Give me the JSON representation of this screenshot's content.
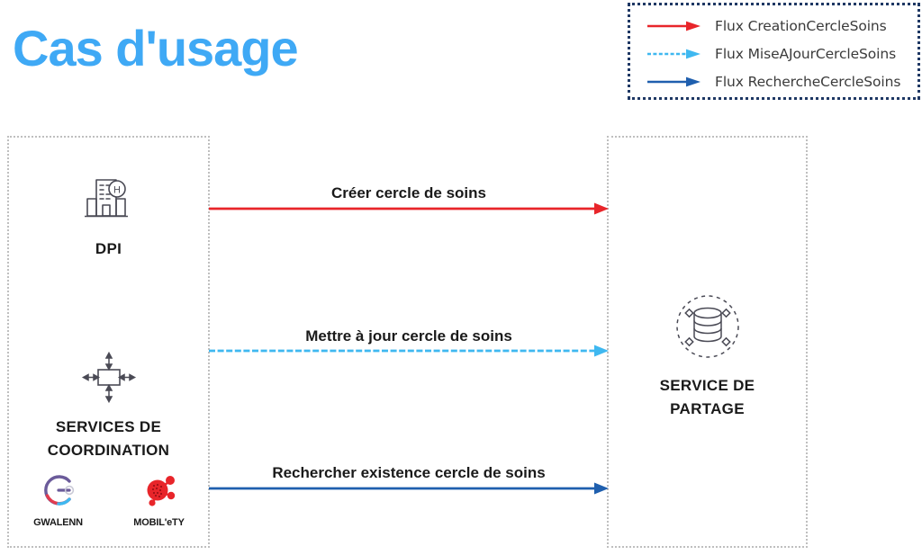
{
  "title": "Cas d'usage",
  "colors": {
    "title_blue": "#3FA9F5",
    "flux_creation_red": "#E8252A",
    "flux_miseajour_cyan": "#3FB8F0",
    "flux_recherche_blue": "#1F5FAE",
    "legend_border": "#1F3864",
    "group_border": "#BFBFBF",
    "icon_gray": "#4A4A55",
    "text_dark": "#1A1A1A",
    "legend_text": "#3B3B3B"
  },
  "legend": {
    "items": [
      {
        "label": "Flux CreationCercleSoins",
        "color": "#E8252A",
        "icon": "arrow-right-icon",
        "dashed": false
      },
      {
        "label": "Flux MiseAJourCercleSoins",
        "color": "#3FB8F0",
        "icon": "arrow-right-icon",
        "dashed": true
      },
      {
        "label": "Flux RechercheCercleSoins",
        "color": "#1F5FAE",
        "icon": "arrow-right-icon",
        "dashed": false
      }
    ]
  },
  "actors": {
    "dpi": {
      "label": "DPI",
      "icon": "hospital-building-icon"
    },
    "coordination": {
      "label": "SERVICES DE\nCOORDINATION",
      "line1": "SERVICES DE",
      "line2": "COORDINATION",
      "icon": "resize-arrows-icon"
    },
    "partage": {
      "label": "SERVICE DE\nPARTAGE",
      "line1": "SERVICE DE",
      "line2": "PARTAGE",
      "icon": "database-network-icon"
    }
  },
  "partners": [
    {
      "name": "GWALENN",
      "icon": "gwalenn-logo"
    },
    {
      "name": "MOBIL'eTY",
      "icon": "mobility-logo"
    }
  ],
  "flows": [
    {
      "label": "Créer cercle de soins",
      "color": "#E8252A",
      "dashed": false,
      "from": "dpi",
      "to": "partage"
    },
    {
      "label": "Mettre à jour cercle de soins",
      "color": "#3FB8F0",
      "dashed": true,
      "from": "coordination",
      "to": "partage"
    },
    {
      "label": "Rechercher existence cercle de soins",
      "color": "#1F5FAE",
      "dashed": false,
      "from": "coordination",
      "to": "partage"
    }
  ]
}
